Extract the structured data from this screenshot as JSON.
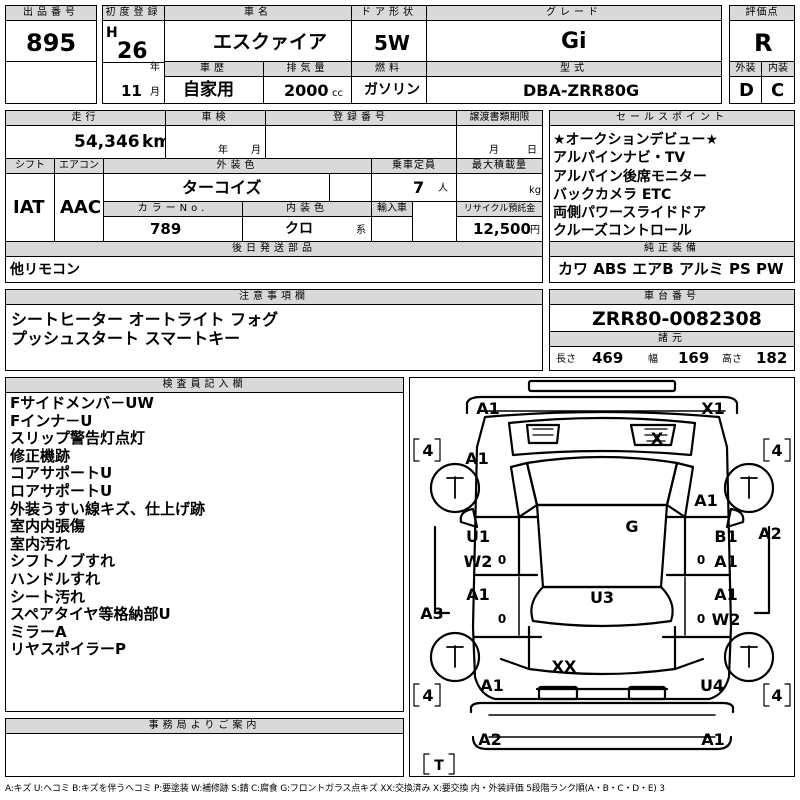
{
  "headers": {
    "lot_no": "出品番号",
    "first_reg": "初度登録",
    "car_name": "車名",
    "door": "ドア形状",
    "grade": "グレード",
    "score": "評価点",
    "history": "車歴",
    "displacement": "排気量",
    "fuel": "燃料",
    "model": "型式",
    "exterior": "外装",
    "interior": "内装",
    "mileage": "走行",
    "inspection": "車検",
    "reg_no": "登録番号",
    "transfer_deadline": "譲渡書類期限",
    "selling_points": "セールスポイント",
    "shift": "シフト",
    "aircon": "エアコン",
    "ext_color": "外装色",
    "capacity": "乗車定員",
    "max_load": "最大積載量",
    "color_no": "カラーNo.",
    "int_color": "内装色",
    "import": "輸入車",
    "recycle": "リサイクル預託金",
    "later_parts": "後日発送部品",
    "equipment": "純正装備",
    "notes": "注意事項欄",
    "chassis_no": "車台番号",
    "specs": "諸元",
    "inspector": "検査員記入欄",
    "office": "事務局よりご案内"
  },
  "values": {
    "lot_no": "895",
    "era": "H",
    "year": "26",
    "year_unit": "年",
    "month": "11",
    "month_unit": "月",
    "car_name": "エスクァイア",
    "door": "5W",
    "grade": "Gi",
    "score": "R",
    "history": "自家用",
    "displacement": "2000",
    "displacement_unit": "cc",
    "fuel": "ガソリン",
    "model": "DBA-ZRR80G",
    "exterior": "D",
    "interior": "C",
    "mileage": "54,346",
    "mileage_unit": "km",
    "inspection_year": "年",
    "inspection_month": "月",
    "transfer_month": "月",
    "transfer_day": "日",
    "shift": "IAT",
    "aircon": "AAC",
    "ext_color": "ターコイズ",
    "capacity": "7",
    "capacity_unit": "人",
    "max_load_unit": "kg",
    "color_no": "789",
    "int_color": "クロ",
    "int_color_unit": "系",
    "recycle": "12,500",
    "recycle_unit": "円",
    "later_parts": "他リモコン",
    "chassis_no": "ZRR80-0082308",
    "length_label": "長さ",
    "length": "469",
    "width_label": "幅",
    "width": "169",
    "height_label": "高さ",
    "height": "182",
    "equipment": "カワ ABS エアB アルミ PS PW"
  },
  "selling_points": [
    "★オークションデビュー★",
    "アルパインナビ・TV",
    "アルパイン後席モニター",
    "バックカメラ ETC",
    "両側パワースライドドア",
    "クルーズコントロール"
  ],
  "notes": [
    "シートヒーター オートライト フォグ",
    "プッシュスタート スマートキー"
  ],
  "inspector_notes": [
    "Fサイドメンバ－UW",
    "Fインナ－U",
    "スリップ警告灯点灯",
    "修正機跡",
    "コアサポートU",
    "ロアサポートU",
    "外装うすい線キズ、仕上げ跡",
    "室内内張傷",
    "室内汚れ",
    "シフトノブすれ",
    "ハンドルすれ",
    "シート汚れ",
    "スペアタイヤ等格納部U",
    "ミラーA",
    "リヤスポイラーP"
  ],
  "diagram_labels": {
    "front_bumper_left": "A1",
    "front_bumper_right": "X1",
    "windshield": "X",
    "hood_left": "A1",
    "fender_right": "A1",
    "roof": "G",
    "rear_door_right": "A2",
    "front_door_left_1": "U1",
    "front_door_left_2": "W2",
    "front_door_right_1": "B1",
    "front_door_right_2": "A1",
    "rear_door_left": "A1",
    "side_left": "A3",
    "center": "U3",
    "rear_door_right_1": "A1",
    "rear_door_right_2": "W2",
    "rear_glass": "XX",
    "rear_left": "A1",
    "rear_right": "U4",
    "rear_bumper_left": "A2",
    "rear_bumper_right": "A1",
    "tire_fl": "4",
    "tire_fr": "4",
    "tire_rl": "4",
    "tire_rr": "4",
    "spare": "T",
    "zero_1": "0",
    "zero_2": "0",
    "zero_3": "0",
    "zero_4": "0"
  },
  "legend": "A:キズ U:ヘコミ B:キズを伴うヘコミ P:要塗装 W:補修跡 S:錆 C:腐食 G:フロントガラス点キズ XX:交換済み X:要交換 内・外装評価 5段階ランク順(A・B・C・D・E) 3"
}
